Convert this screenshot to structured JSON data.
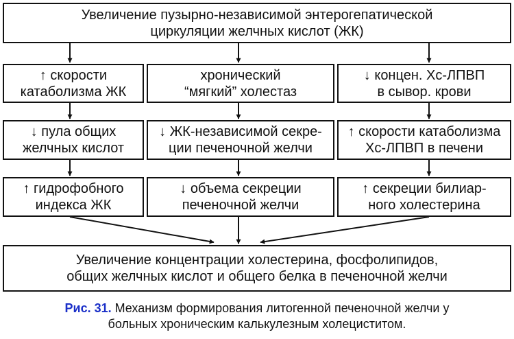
{
  "top": {
    "line1": "Увеличение пузырно-независимой энтерогепатической",
    "line2": "циркуляции желчных кислот (ЖК)"
  },
  "columns": [
    {
      "row1": [
        "↑ скорости",
        "катаболизма ЖК"
      ],
      "row2": [
        "↓ пула общих",
        "желчных кислот"
      ],
      "row3": [
        "↑ гидрофобного",
        "индекса ЖК"
      ]
    },
    {
      "row1": [
        "хронический",
        "“мягкий” холестаз"
      ],
      "row2": [
        "↓ ЖК-независимой секре-",
        "ции печеночной желчи"
      ],
      "row3": [
        "↓ объема секреции",
        "печеночной желчи"
      ]
    },
    {
      "row1": [
        "↓ концен. Хс-ЛПВП",
        "в сывор. крови"
      ],
      "row2": [
        "↑ скорости катаболизма",
        "Хс-ЛПВП в печени"
      ],
      "row3": [
        "↑ секреции билиар-",
        "ного холестерина"
      ]
    }
  ],
  "bottom": {
    "line1": "Увеличение концентрации холестерина, фосфолипидов,",
    "line2": "общих желчных кислот и общего белка в печеночной желчи"
  },
  "caption": {
    "label": "Рис. 31.",
    "line1": " Механизм формирования литогенной печеночной желчи у",
    "line2": "больных хроническим калькулезным холециститом."
  },
  "colors": {
    "caption_label": "#1a2fc8",
    "lines": "#111111"
  }
}
